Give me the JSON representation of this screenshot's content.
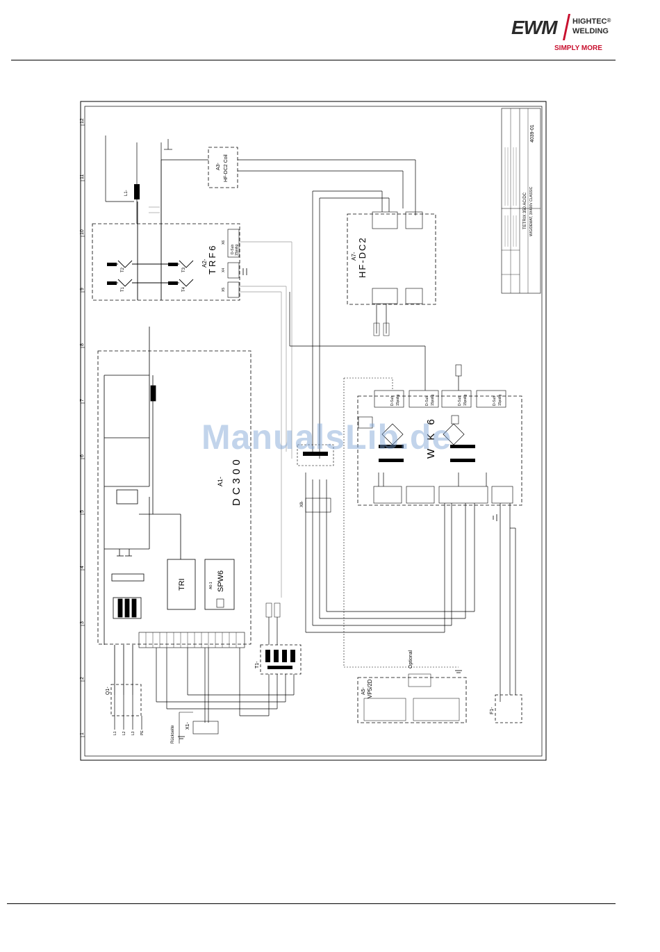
{
  "header": {
    "brand": "EWM",
    "brand_line1": "HIGHTEC",
    "brand_reg": "®",
    "brand_line2": "WELDING",
    "tagline": "SIMPLY MORE",
    "brand_color": "#c8102e"
  },
  "watermark": "ManualsLib.de",
  "schematic": {
    "column_numbers": [
      "1",
      "2",
      "3",
      "4",
      "5",
      "6",
      "7",
      "8",
      "9",
      "10",
      "11",
      "12"
    ],
    "modules": {
      "a1": {
        "id": "A1-",
        "name": "DC300"
      },
      "a1_tri": "TRI",
      "a1_sub_id": "A6-1",
      "a1_sub_name": "SPW6",
      "a2": {
        "id": "A2-",
        "name": "TRF6"
      },
      "a3": {
        "id": "A3-",
        "name": "HF-DC2 Coil"
      },
      "a7": {
        "id": "A7-",
        "name": "HF-DC2"
      },
      "a4": {
        "name": "W K 6"
      },
      "a5": {
        "id": "A5-",
        "name": "VP5/2D"
      }
    },
    "labels": {
      "t1": "T1-",
      "q1": "Q1-",
      "x1": "X1-",
      "f1": "F1-",
      "l1": "L1-",
      "x8": "X8-",
      "optional": "Optional",
      "rueckseite": "Rückseite",
      "x6": "X6",
      "x4": "X4",
      "x5": "X5",
      "dsub": "D-Sub",
      "pin15": "15polig",
      "t_1": "T1",
      "t_2": "T2",
      "t_3": "T3",
      "t_4": "T4",
      "pe": "PE",
      "l1_in": "L1",
      "l2_in": "L2",
      "l3_in": "L3"
    },
    "title_block": {
      "drawing_no": "4039-01",
      "product": "TETRIX 350 AC/DC",
      "variant": "WIG/DEMAT, 3X400V CLASSIC"
    }
  }
}
